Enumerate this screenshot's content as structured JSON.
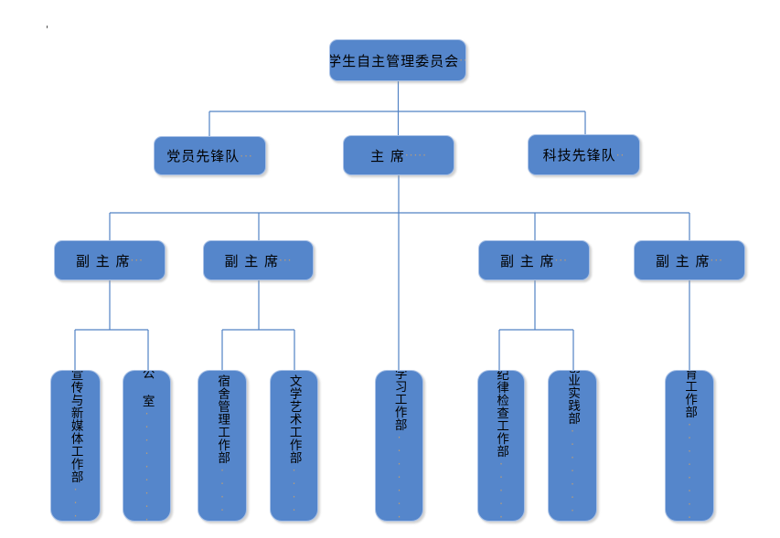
{
  "page": {
    "stray_mark": "'"
  },
  "colors": {
    "node_fill": "#5586cb",
    "node_border": "#a9c1e6",
    "connector": "#5182c4",
    "label_text": "#000000",
    "formatting_marks": "#b39b7e"
  },
  "org_chart": {
    "root": {
      "label": "学生自主管理委员会",
      "marks": "··"
    },
    "level2": [
      {
        "label": "党员先锋队",
        "marks": "···"
      },
      {
        "label": "主 席",
        "marks": "·····"
      },
      {
        "label": "科技先锋队",
        "marks": "··"
      }
    ],
    "vice_chairs": [
      {
        "label": "副 主 席",
        "marks": "···"
      },
      {
        "label": "副 主 席",
        "marks": "···"
      },
      {
        "label": "副 主 席",
        "marks": "···"
      },
      {
        "label": "副 主 席",
        "marks": "···"
      }
    ],
    "departments": [
      {
        "label": "宣传与新媒体工作部",
        "marks": "···"
      },
      {
        "label": "办 公 室",
        "marks": "···········"
      },
      {
        "label": "宿舍管理工作部",
        "marks": "····"
      },
      {
        "label": "文学艺术工作部",
        "marks": "····"
      },
      {
        "label": "学习工作部",
        "marks": "·······"
      },
      {
        "label": "纪律检查工作部",
        "marks": "·····"
      },
      {
        "label": "创业实践部",
        "marks": "········"
      },
      {
        "label": "体育工作部",
        "marks": "·········"
      }
    ]
  }
}
